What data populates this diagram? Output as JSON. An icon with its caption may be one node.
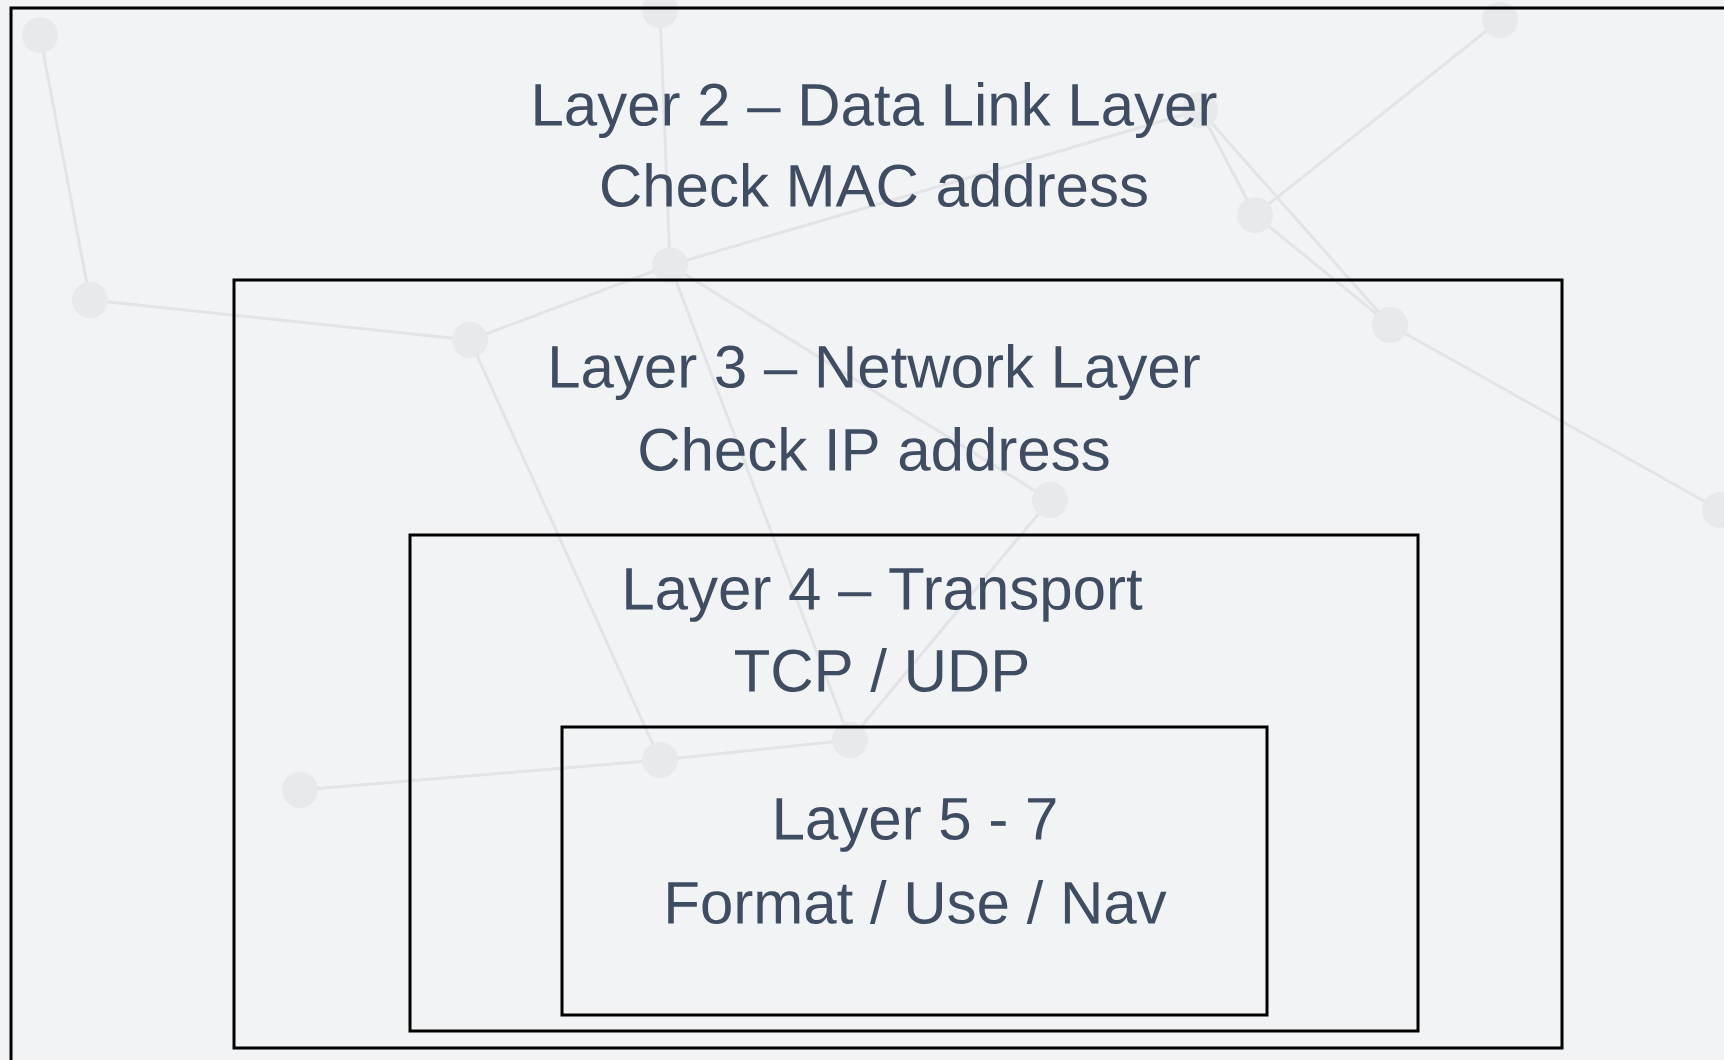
{
  "diagram": {
    "nodes": [
      {
        "text": [
          "Layer 2 – Data Link Layer",
          "Check MAC address"
        ]
      },
      {
        "text": [
          "Layer 3 – Network Layer",
          "Check IP address"
        ],
        "in": 0
      },
      {
        "text": [
          "Layer 4 – Transport",
          "TCP / UDP"
        ],
        "in": 1
      },
      {
        "text": [
          "Layer 5 - 7",
          "Format / Use / Nav"
        ],
        "in": 2
      }
    ]
  }
}
